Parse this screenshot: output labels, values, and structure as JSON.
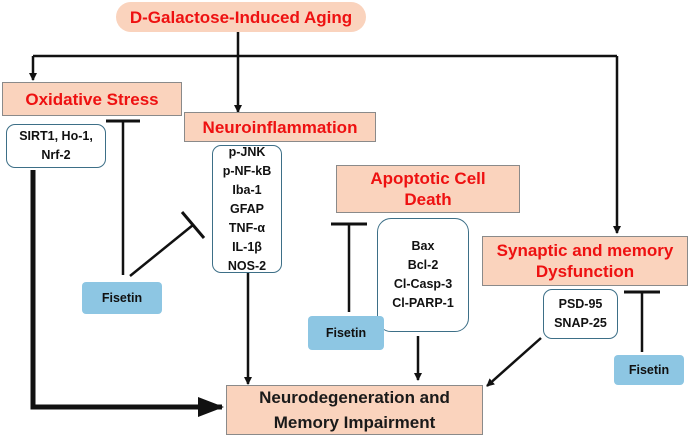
{
  "colors": {
    "title_red": "#ee1111",
    "peach": "#fad3bd",
    "fisetin_blue": "#8dc6e3",
    "list_border": "#3d6f87",
    "arrow": "#111111"
  },
  "top": {
    "label": "D-Galactose-Induced Aging"
  },
  "oxidative": {
    "title": "Oxidative Stress",
    "markers": [
      "SIRT1, Ho-1,",
      "Nrf-2"
    ]
  },
  "neuroinflammation": {
    "title": "Neuroinflammation",
    "markers": [
      "p-JNK",
      "p-NF-kB",
      "Iba-1",
      "GFAP",
      "TNF-α",
      "IL-1β",
      "NOS-2"
    ]
  },
  "apoptotic": {
    "title": [
      "Apoptotic Cell",
      "Death"
    ],
    "markers": [
      "Bax",
      "Bcl-2",
      "Cl-Casp-3",
      "Cl-PARP-1"
    ]
  },
  "synaptic": {
    "title": [
      "Synaptic and memory",
      "Dysfunction"
    ],
    "markers": [
      "PSD-95",
      "SNAP-25"
    ]
  },
  "fisetin": {
    "label": "Fisetin"
  },
  "outcome": {
    "lines": [
      "Neurodegeneration and",
      "Memory Impairment"
    ]
  }
}
